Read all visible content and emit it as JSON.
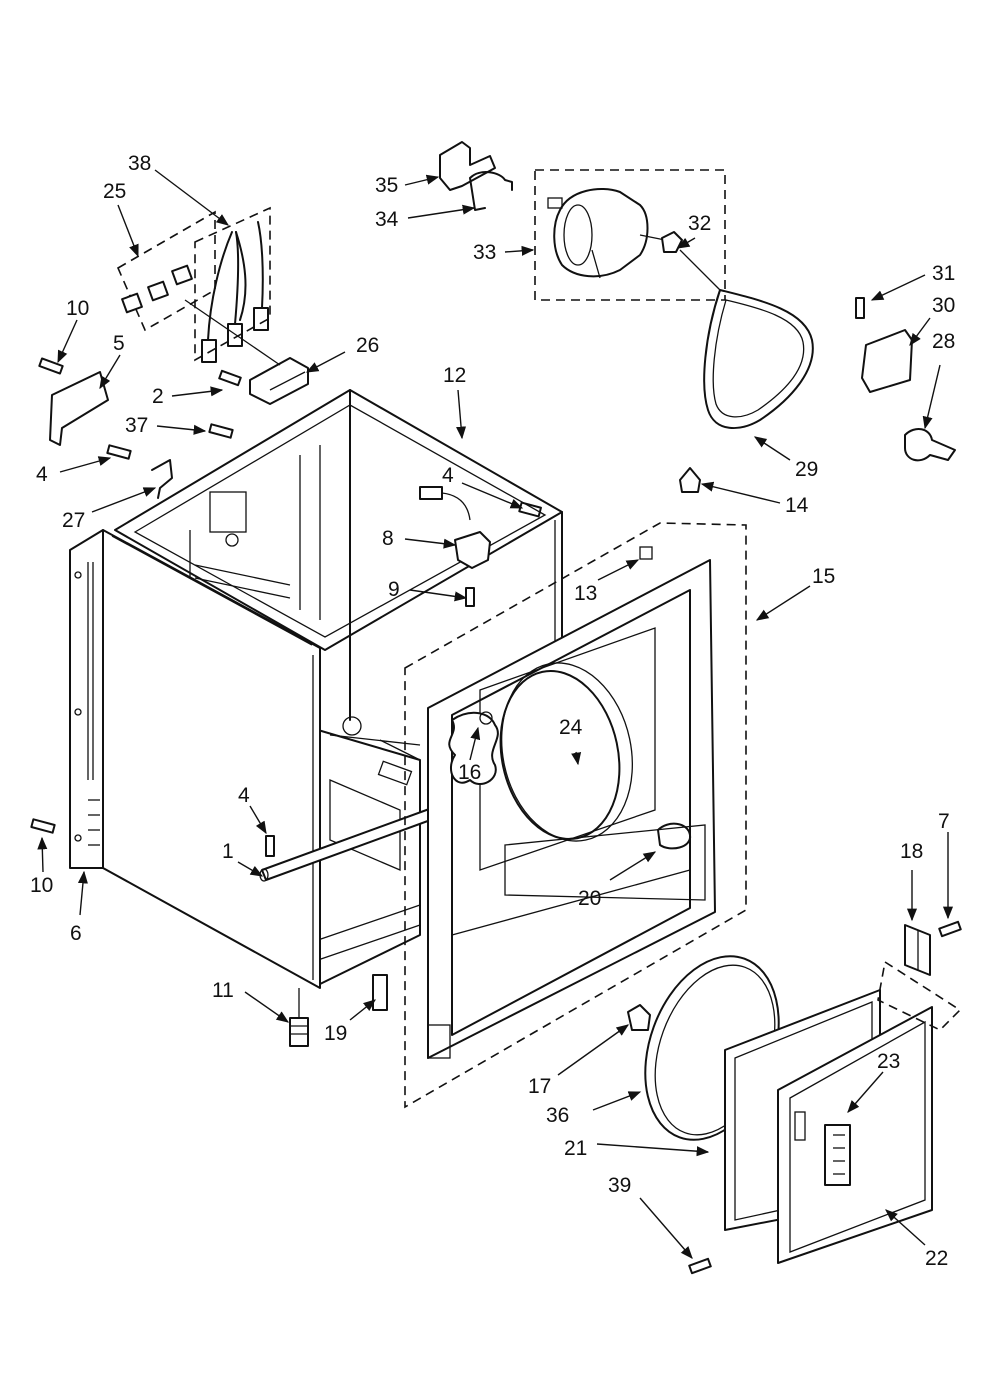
{
  "diagram": {
    "type": "exploded-parts-diagram",
    "line_color": "#111111",
    "background": "#ffffff",
    "callouts": [
      {
        "id": "c38",
        "label": "38"
      },
      {
        "id": "c25",
        "label": "25"
      },
      {
        "id": "c10a",
        "label": "10"
      },
      {
        "id": "c5",
        "label": "5"
      },
      {
        "id": "c26",
        "label": "26"
      },
      {
        "id": "c2",
        "label": "2"
      },
      {
        "id": "c37",
        "label": "37"
      },
      {
        "id": "c4a",
        "label": "4"
      },
      {
        "id": "c27",
        "label": "27"
      },
      {
        "id": "c35",
        "label": "35"
      },
      {
        "id": "c34",
        "label": "34"
      },
      {
        "id": "c33",
        "label": "33"
      },
      {
        "id": "c32",
        "label": "32"
      },
      {
        "id": "c31",
        "label": "31"
      },
      {
        "id": "c30",
        "label": "30"
      },
      {
        "id": "c28",
        "label": "28"
      },
      {
        "id": "c12",
        "label": "12"
      },
      {
        "id": "c4b",
        "label": "4"
      },
      {
        "id": "c8",
        "label": "8"
      },
      {
        "id": "c9",
        "label": "9"
      },
      {
        "id": "c29",
        "label": "29"
      },
      {
        "id": "c14",
        "label": "14"
      },
      {
        "id": "c13",
        "label": "13"
      },
      {
        "id": "c15",
        "label": "15"
      },
      {
        "id": "c24",
        "label": "24"
      },
      {
        "id": "c16",
        "label": "16"
      },
      {
        "id": "c4c",
        "label": "4"
      },
      {
        "id": "c1",
        "label": "1"
      },
      {
        "id": "c10b",
        "label": "10"
      },
      {
        "id": "c6",
        "label": "6"
      },
      {
        "id": "c20",
        "label": "20"
      },
      {
        "id": "c7",
        "label": "7"
      },
      {
        "id": "c18",
        "label": "18"
      },
      {
        "id": "c11",
        "label": "11"
      },
      {
        "id": "c19",
        "label": "19"
      },
      {
        "id": "c17",
        "label": "17"
      },
      {
        "id": "c23",
        "label": "23"
      },
      {
        "id": "c36",
        "label": "36"
      },
      {
        "id": "c21",
        "label": "21"
      },
      {
        "id": "c39",
        "label": "39"
      },
      {
        "id": "c22",
        "label": "22"
      }
    ]
  }
}
